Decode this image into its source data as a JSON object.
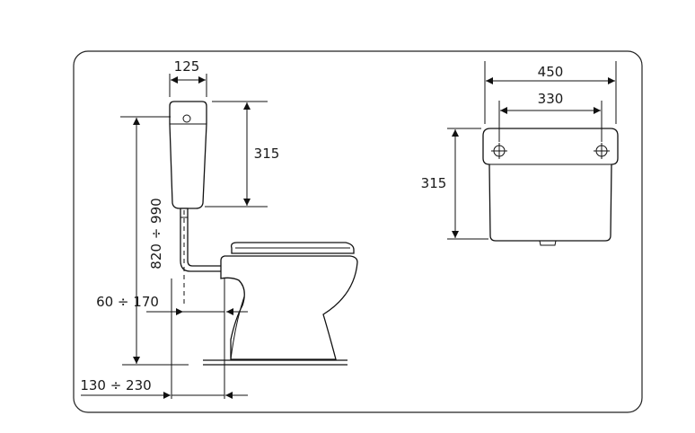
{
  "dimensions": {
    "cistern_width_side": "125",
    "cistern_height_side": "315",
    "height_range": "820 ÷ 990",
    "outlet_offset": "60 ÷ 170",
    "floor_offset": "130 ÷ 230",
    "cistern_width_front": "450",
    "hole_spacing_front": "330",
    "cistern_height_front": "315"
  }
}
